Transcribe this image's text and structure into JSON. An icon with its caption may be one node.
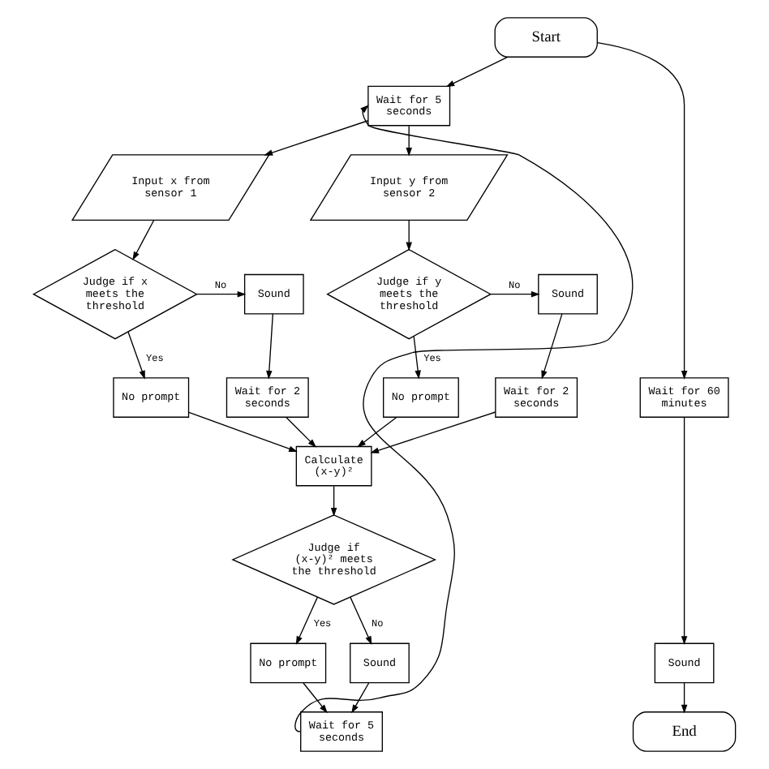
{
  "diagram": {
    "nodes": [
      {
        "text": [
          "Start"
        ]
      },
      {
        "text": [
          "Wait for 5 seconds"
        ]
      },
      {
        "text": [
          "Input x from sensor 1"
        ]
      },
      {
        "text": [
          "Input y from sensor 2"
        ]
      },
      {
        "text": [
          "Sound"
        ]
      },
      {
        "text": [
          "Judge if x meets the threshold"
        ]
      },
      {
        "text": [
          "Judge if y meets the threshold"
        ]
      },
      {
        "text": [
          "Sound"
        ]
      },
      {
        "text": [
          "Wait for 2 seconds"
        ]
      },
      {
        "text": [
          "No prompt"
        ]
      },
      {
        "text": [
          "No prompt"
        ]
      },
      {
        "text": [
          "Wait for 2 seconds"
        ]
      },
      {
        "text": [
          "Wait for 60 minutes"
        ]
      },
      {
        "text": [
          "Calculate (x-y)²"
        ]
      },
      {
        "text": [
          "Judge if (x-y)² meets the threshold"
        ]
      },
      {
        "text": [
          "No prompt"
        ]
      },
      {
        "text": [
          "Sound"
        ]
      },
      {
        "text": [
          "Sound"
        ]
      },
      {
        "text": [
          "Wait for 5 seconds"
        ]
      },
      {
        "text": [
          "End"
        ]
      }
    ],
    "edges": [
      {
        "from": 0,
        "to": 1,
        "arrow": "to"
      },
      {
        "from": 0,
        "to": 12,
        "arrow": "to"
      },
      {
        "from": 1,
        "to": 2,
        "arrow": "to"
      },
      {
        "from": 1,
        "to": 3,
        "arrow": "to"
      },
      {
        "from": 2,
        "to": 5,
        "arrow": "to"
      },
      {
        "from": 3,
        "to": 6,
        "arrow": "to"
      },
      {
        "from": 5,
        "to": 4,
        "arrow": "to",
        "label": "No"
      },
      {
        "from": 5,
        "to": 9,
        "arrow": "to",
        "label": "Yes"
      },
      {
        "from": 6,
        "to": 7,
        "arrow": "to",
        "label": "No"
      },
      {
        "from": 6,
        "to": 10,
        "arrow": "to",
        "label": "Yes"
      },
      {
        "from": 4,
        "to": 8,
        "arrow": "to"
      },
      {
        "from": 7,
        "to": 11,
        "arrow": "to"
      },
      {
        "from": 8,
        "to": 13,
        "arrow": "to"
      },
      {
        "from": 9,
        "to": 13,
        "arrow": "to"
      },
      {
        "from": 10,
        "to": 13,
        "arrow": "to"
      },
      {
        "from": 11,
        "to": 13,
        "arrow": "to"
      },
      {
        "from": 13,
        "to": 14,
        "arrow": "to"
      },
      {
        "from": 14,
        "to": 15,
        "arrow": "to",
        "label": "Yes"
      },
      {
        "from": 14,
        "to": 16,
        "arrow": "to",
        "label": "No"
      },
      {
        "from": 15,
        "to": 18,
        "arrow": "to"
      },
      {
        "from": 16,
        "to": 18,
        "arrow": "to"
      },
      {
        "from": 18,
        "to": 1,
        "arrow": "to"
      },
      {
        "from": 12,
        "to": 17,
        "arrow": "to"
      },
      {
        "from": 17,
        "to": 19,
        "arrow": "to"
      }
    ]
  }
}
